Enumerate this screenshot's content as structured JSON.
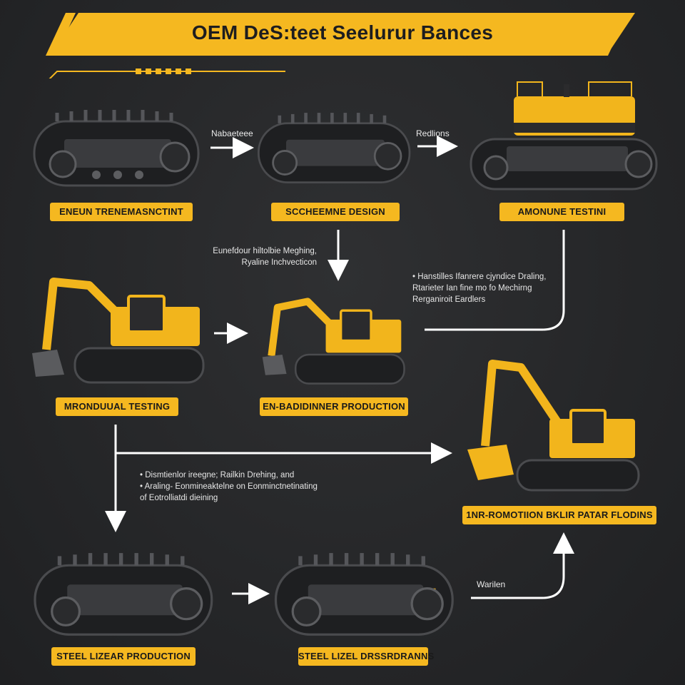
{
  "title": "OEM DeS:teet Seelurur Bances",
  "stages": [
    {
      "id": "s1",
      "label": "ENEUN TRENEMASNCTINT",
      "machine": "crawler-undercarriage-icon"
    },
    {
      "id": "s2",
      "label": "SCCHEEMNE DESIGN",
      "machine": "crawler-undercarriage-icon"
    },
    {
      "id": "s3",
      "label": "AMONUNE TESTINI",
      "machine": "crawler-excavator-base-icon"
    },
    {
      "id": "s4",
      "label": "MRONDUUAL TESTING",
      "machine": "excavator-icon"
    },
    {
      "id": "s5",
      "label": "EN-BADIDINNER PRODUCTION",
      "machine": "excavator-icon"
    },
    {
      "id": "s6",
      "label": "1NR-ROMOTIION BKLIR PATAR FLODINS",
      "machine": "excavator-icon"
    },
    {
      "id": "s7",
      "label": "STEEL LIZEAR PRODUCTION",
      "machine": "crawler-undercarriage-icon"
    },
    {
      "id": "s8",
      "label": "STEEL LIZEL DRSSRDRANNS",
      "machine": "crawler-undercarriage-icon"
    }
  ],
  "arrow_labels": {
    "a12": "Nabaeteee",
    "a23": "Redlions",
    "a78": "Warilen"
  },
  "notes": {
    "n1": "Eunefdour hiltolbie Meghing,\nRyaline Inchvecticon",
    "n2": "• Hanstilles  Ifanrere cjyndice Draling,\n  Rtarieter Ian fine mo fo Mechirng\n  Rerganiroit Eardlers",
    "n3": "• Dismtienlor ireegne; Railkin Drehing, and\n• Araling-  Eonmineaktelne on Eonminctnetinating\n  of Eotrolliatdi dieining"
  },
  "colors": {
    "accent": "#f5b820",
    "background": "#262729",
    "arrow": "#ffffff",
    "machine_yellow": "#f2b51c",
    "machine_dark": "#3a3b3e"
  }
}
